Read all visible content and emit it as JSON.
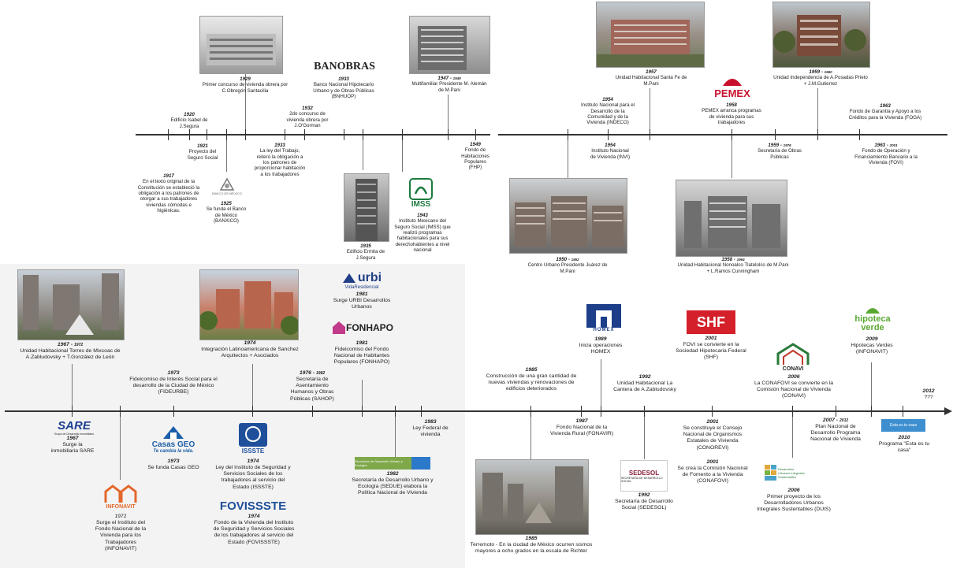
{
  "top": {
    "e1917": {
      "year": "1917",
      "text": "En el texto original de la Constitución se estableció la obligación a los patrones de otorgar a sus trabajadores viviendas cómodas e higiénicas."
    },
    "e1920": {
      "year": "1920",
      "text": "Edificio Isabel de J.Segura"
    },
    "e1921": {
      "year": "1921",
      "text": "Proyecto del Seguro Social"
    },
    "e1925": {
      "year": "1925",
      "text": "Se funda el Banco de México (BANXICO)",
      "logo_caption": "BANCO DE MÉXICO"
    },
    "e1929": {
      "year": "1929",
      "text": "Primer concurso de vivienda obrera por C.Obregón Santacilia"
    },
    "e1932": {
      "year": "1932",
      "text": "2do concurso de vivienda obrera por J.O'Gorman"
    },
    "e1933a": {
      "year": "1933",
      "text": "La ley del Trabajo, reiteró la obligación a los patrones de proporcionar habitación a los trabajadores"
    },
    "e1933b": {
      "year": "1933",
      "text": "Banco Nacional Hipotecario Urbano y de Obras Públicas (BNHUOP)",
      "logo": "BANOBRAS"
    },
    "e1935": {
      "year": "1935",
      "text": "Edificio Ermita de J.Segura"
    },
    "e1943": {
      "year": "1943",
      "text": "Instituto Mexicano del Seguro Social (IMSS) que realizó programas habitacionales para sus derechohabientes a nivel nacional",
      "logo": "IMSS"
    },
    "e1947": {
      "year": "1947",
      "year_end": "1949",
      "text": "Multifamiliar Presidente M. Alemán de M.Pani"
    },
    "e1949": {
      "year": "1949",
      "text": "Fondo de Habitaciones Populares (FHP)"
    },
    "e1950": {
      "year": "1950",
      "year_end": "1952",
      "text": "Centro Urbano Presidente Juárez de M.Pani"
    },
    "e1954a": {
      "year": "1954",
      "text": "Instituto Nacional para el Desarrollo de la Comunidad y de la Vivienda (INDECO)"
    },
    "e1954b": {
      "year": "1954",
      "text": "Instituto Nacional de Vivienda (INVI)"
    },
    "e1957": {
      "year": "1957",
      "text": "Unidad Habitacional Santa Fe de M.Pani"
    },
    "e1958a": {
      "year": "1958",
      "text": "PEMEX arranca programas de vivienda para sus trabajadores",
      "logo": "PEMEX"
    },
    "e1958b": {
      "year": "1958",
      "year_end": "1964",
      "text": "Unidad Habitacional Nonoalco Tlatelolco de M.Pani + L.Ramos Cunningham"
    },
    "e1959a": {
      "year": "1959",
      "year_end": "1960",
      "text": "Unidad Independencia de A.Posadas Prieto + J.M.Gutierrez"
    },
    "e1959b": {
      "year": "1959",
      "year_end": "1976",
      "text": "Secretaría de Obras Públicas"
    },
    "e1963a": {
      "year": "1963",
      "text": "Fondo de Garantía y Apoyo a los Créditos para la Vivienda (FOGA)"
    },
    "e1963b": {
      "year": "1963",
      "year_end": "2001",
      "text": "Fondo de Operación y Financiamiento Bancario a la Vivienda (FOVI)"
    }
  },
  "bottom": {
    "e1967a": {
      "year": "1967",
      "year_end": "1972",
      "text": "Unidad Habitacional Torres de Mixcoac de A.Zabludovsky + T.González de León"
    },
    "e1967b": {
      "year": "1967",
      "text": "Surge la inmobiliaria SARE",
      "logo": "SARE",
      "logo_sub": "Grupo de Desarrollo Inmobiliario"
    },
    "e1972": {
      "year": "1972",
      "text": "Surge el Instituto del Fondo Nacional de la Vivienda para los Trabajadores (INFONAVIT)",
      "logo": "INFONAVIT"
    },
    "e1973a": {
      "year": "1973",
      "text": "Fideicomiso de Interés Social para el desarrollo de la Ciudad de México (FIDEURBE)"
    },
    "e1973b": {
      "year": "1973",
      "text": "Se funda Casas GEO",
      "logo": "Casas GEO",
      "logo_sub": "Te cambia la vida."
    },
    "e1974a": {
      "year": "1974",
      "text": "Integración Latinoamericana de Sanchez Arquitectos + Asociados"
    },
    "e1974b": {
      "year": "1974",
      "text": "Ley del Instituto de Seguridad y Servicios Sociales de los trabajadores al servicio del Estado (ISSSTE)",
      "logo": "ISSSTE"
    },
    "e1974c": {
      "year": "1974",
      "text": "Fondo de la Vivienda del Instituto de Seguridad y Servicios Sociales de los trabajadores al servicio del Estado (FOVISSSTE)",
      "logo": "FOVISSSTE"
    },
    "e1976": {
      "year": "1976",
      "year_end": "1982",
      "text": "Secretaría de Asentamiento Humanos y Obras Públicas (SAHOP)"
    },
    "e1981a": {
      "year": "1981",
      "text": "Surge URBI Desarrollos Urbanos",
      "logo": "urbi",
      "logo_sub": "VidaResidencial"
    },
    "e1981b": {
      "year": "1981",
      "text": "Fideicomiso del Fondo Nacional de Habitantes Populares (FONHAPO)",
      "logo": "FONHAPO"
    },
    "e1982": {
      "year": "1982",
      "text": "Secretaría de Desarrollo Urbano y Ecología (SEDUE) elabora la Política Nacional de Vivienda",
      "logo_sub": "Secretaría de Desarrollo Urbano y Ecología"
    },
    "e1983": {
      "year": "1983",
      "text": "Ley Federal de vivienda"
    },
    "e1985a": {
      "year": "1985",
      "text": "Construcción de una gran cantidad de nuevas viviendas y renovaciones de edificios deteriorados"
    },
    "e1985b": {
      "year": "1985",
      "text": "Terremoto - En la ciudad de México ocurren sismos mayores a ocho grados en la escala de Richter"
    },
    "e1987": {
      "year": "1987",
      "text": "Fondo Nacional de la Vivienda Rural (FONAVIR)"
    },
    "e1989": {
      "year": "1989",
      "text": "Inicia operaciones HOMEX",
      "logo": "HOMEX"
    },
    "e1992a": {
      "year": "1992",
      "text": "Unidad Habitacional La Cantera de A.Zabludovsky"
    },
    "e1992b": {
      "year": "1992",
      "text": "Secretaría de Desarrollo Social (SEDESOL)",
      "logo": "SEDESOL",
      "logo_sub": "SECRETARÍA DE DESARROLLO SOCIAL"
    },
    "e2001a": {
      "year": "2001",
      "text": "FOVI se convierte en la Sociedad Hipotecaria Federal (SHF)",
      "logo": "SHF"
    },
    "e2001b": {
      "year": "2001",
      "text": "Se constituye el Consejo Nacional de Organismos Estatales de Vivienda (CONOREVI)"
    },
    "e2001c": {
      "year": "2001",
      "text": "Se crea la Comisión Nacional de Fomento a la Vivienda (CONAFOVI)"
    },
    "e2006a": {
      "year": "2006",
      "text": "La CONAFOVI se convierte en la Comisión Nacional de Vivienda (CONAVI)",
      "logo": "CONAVI"
    },
    "e2006b": {
      "year": "2006",
      "text": "Primer proyecto de los Desarrolladores Urbanos Integrales Sustentables (DUIS)",
      "logo_sub": "Desarrollos Urbanos Integrales Sustentables"
    },
    "e2007": {
      "year": "2007",
      "year_end": "2012",
      "text": "Plan Nacional de Desarrollo Programa Nacional de Vivienda"
    },
    "e2009": {
      "year": "2009",
      "text": "Hipotecas Verdes (INFONAVIT)",
      "logo": "hipoteca",
      "logo2": "verde"
    },
    "e2010": {
      "year": "2010",
      "text": "Programa \"Esta es tu casa\"",
      "logo": "Esta es tu casa"
    },
    "e2012": {
      "year": "2012",
      "text": "???"
    }
  }
}
